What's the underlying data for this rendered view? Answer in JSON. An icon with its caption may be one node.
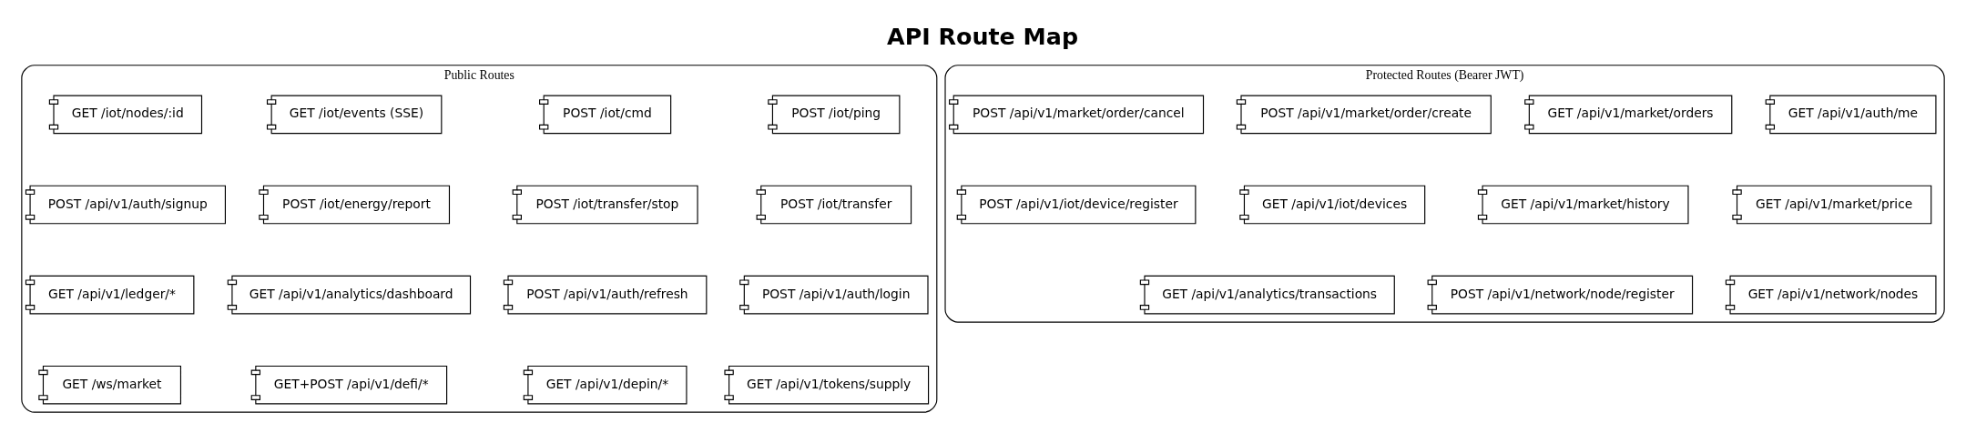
{
  "diagram": {
    "title": "API Route Map",
    "nodes": [
      {
        "text": [
          "Public Routes"
        ]
      },
      {
        "text": [
          "POST /iot/ping"
        ],
        "in": 0
      },
      {
        "text": [
          "POST /iot/cmd"
        ],
        "in": 0
      },
      {
        "text": [
          "GET /iot/events (SSE)"
        ],
        "in": 0
      },
      {
        "text": [
          "GET /iot/nodes/:id"
        ],
        "in": 0
      },
      {
        "text": [
          "POST /iot/transfer"
        ],
        "in": 0
      },
      {
        "text": [
          "POST /iot/transfer/stop"
        ],
        "in": 0
      },
      {
        "text": [
          "POST /iot/energy/report"
        ],
        "in": 0
      },
      {
        "text": [
          "POST /api/v1/auth/signup"
        ],
        "in": 0
      },
      {
        "text": [
          "POST /api/v1/auth/login"
        ],
        "in": 0
      },
      {
        "text": [
          "POST /api/v1/auth/refresh"
        ],
        "in": 0
      },
      {
        "text": [
          "GET /api/v1/analytics/dashboard"
        ],
        "in": 0
      },
      {
        "text": [
          "GET /api/v1/ledger/*"
        ],
        "in": 0
      },
      {
        "text": [
          "GET /api/v1/tokens/supply"
        ],
        "in": 0
      },
      {
        "text": [
          "GET /api/v1/depin/*"
        ],
        "in": 0
      },
      {
        "text": [
          "GET+POST /api/v1/defi/*"
        ],
        "in": 0
      },
      {
        "text": [
          "GET /ws/market"
        ],
        "in": 0
      },
      {
        "text": [
          "Protected Routes (Bearer JWT)"
        ]
      },
      {
        "text": [
          "GET /api/v1/auth/me"
        ],
        "in": 17
      },
      {
        "text": [
          "GET /api/v1/market/orders"
        ],
        "in": 17
      },
      {
        "text": [
          "POST /api/v1/market/order/create"
        ],
        "in": 17
      },
      {
        "text": [
          "POST /api/v1/market/order/cancel"
        ],
        "in": 17
      },
      {
        "text": [
          "GET /api/v1/market/price"
        ],
        "in": 17
      },
      {
        "text": [
          "GET /api/v1/market/history"
        ],
        "in": 17
      },
      {
        "text": [
          "GET /api/v1/iot/devices"
        ],
        "in": 17
      },
      {
        "text": [
          "POST /api/v1/iot/device/register"
        ],
        "in": 17
      },
      {
        "text": [
          "GET /api/v1/network/nodes"
        ],
        "in": 17
      },
      {
        "text": [
          "POST /api/v1/network/node/register"
        ],
        "in": 17
      },
      {
        "text": [
          "GET /api/v1/analytics/transactions"
        ],
        "in": 17
      }
    ],
    "edges": []
  }
}
